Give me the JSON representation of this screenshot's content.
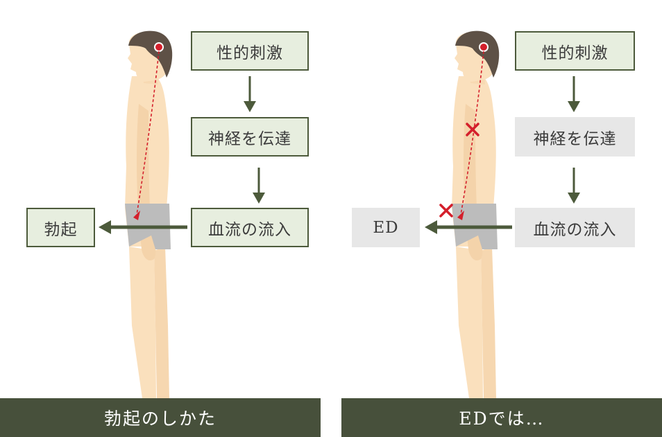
{
  "normal": {
    "boxes": {
      "stimulus": "性的刺激",
      "nerve": "神経を伝達",
      "blood": "血流の流入",
      "result": "勃起"
    },
    "caption": "勃起のしかた"
  },
  "ed": {
    "boxes": {
      "stimulus": "性的刺激",
      "nerve": "神経を伝達",
      "blood": "血流の流入",
      "result": "ED"
    },
    "caption": "EDでは…"
  },
  "colors": {
    "green_box_fill": "#e7eedf",
    "green_box_border": "#4c5a3b",
    "grey_box_fill": "#e7e7e7",
    "arrow": "#4c5a3b",
    "caption_bg": "#47503b",
    "skin": "#fae0bd",
    "hair": "#5e5146",
    "underwear": "#bcbcbc",
    "signal": "#d41f2b"
  }
}
